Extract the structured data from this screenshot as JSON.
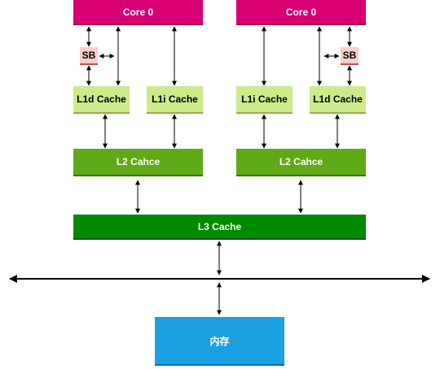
{
  "cores": [
    {
      "core_label": "Core 0",
      "sb_label": "SB",
      "l1d_label": "L1d Cache",
      "l1i_label": "L1i Cache",
      "l2_label": "L2 Cahce"
    },
    {
      "core_label": "Core 0",
      "sb_label": "SB",
      "l1d_label": "L1d Cache",
      "l1i_label": "L1i Cache",
      "l2_label": "L2 Cahce"
    }
  ],
  "l3_label": "L3 Cache",
  "memory_label": "内存",
  "colors": {
    "core": "#d80073",
    "store_buffer": "#f8cecc",
    "l1": "#cdeb8b",
    "l2": "#60a917",
    "l3": "#008a00",
    "memory": "#1ba1e2"
  }
}
